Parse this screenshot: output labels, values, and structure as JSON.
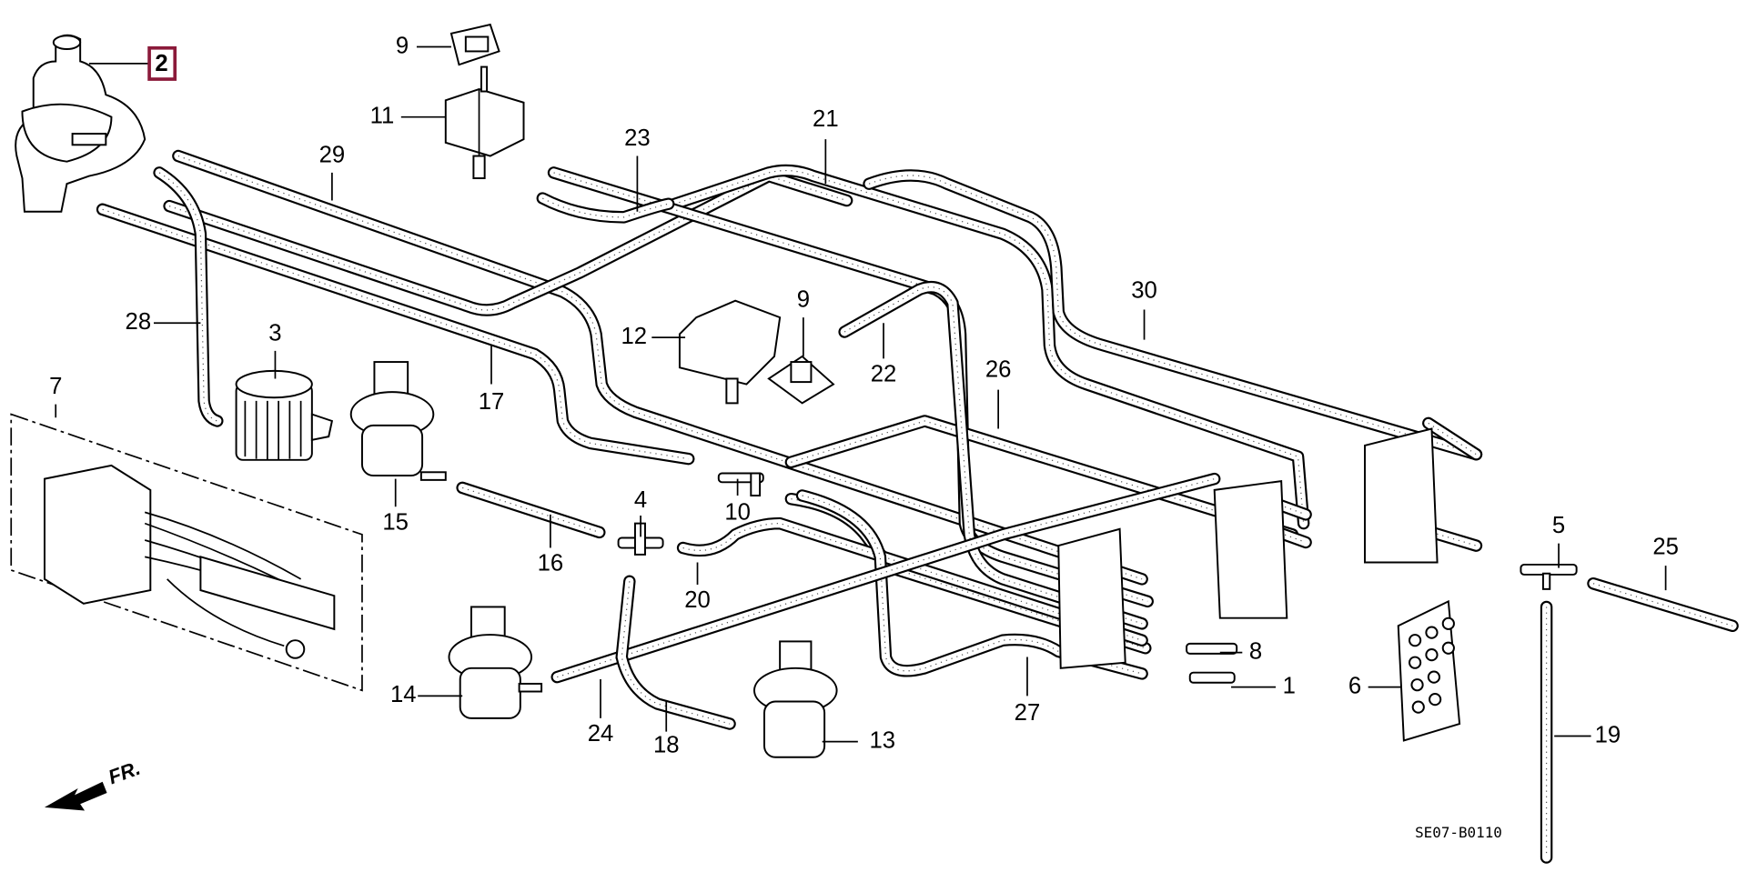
{
  "diagram": {
    "code": "SE07-B0110",
    "direction_label": "FR.",
    "highlight_color": "#8b1a3a",
    "highlighted_part": "2",
    "labels": [
      "2",
      "9",
      "11",
      "23",
      "21",
      "29",
      "28",
      "3",
      "17",
      "12",
      "9",
      "22",
      "30",
      "26",
      "7",
      "15",
      "16",
      "4",
      "10",
      "20",
      "5",
      "25",
      "8",
      "1",
      "6",
      "27",
      "14",
      "24",
      "18",
      "13",
      "19"
    ]
  }
}
